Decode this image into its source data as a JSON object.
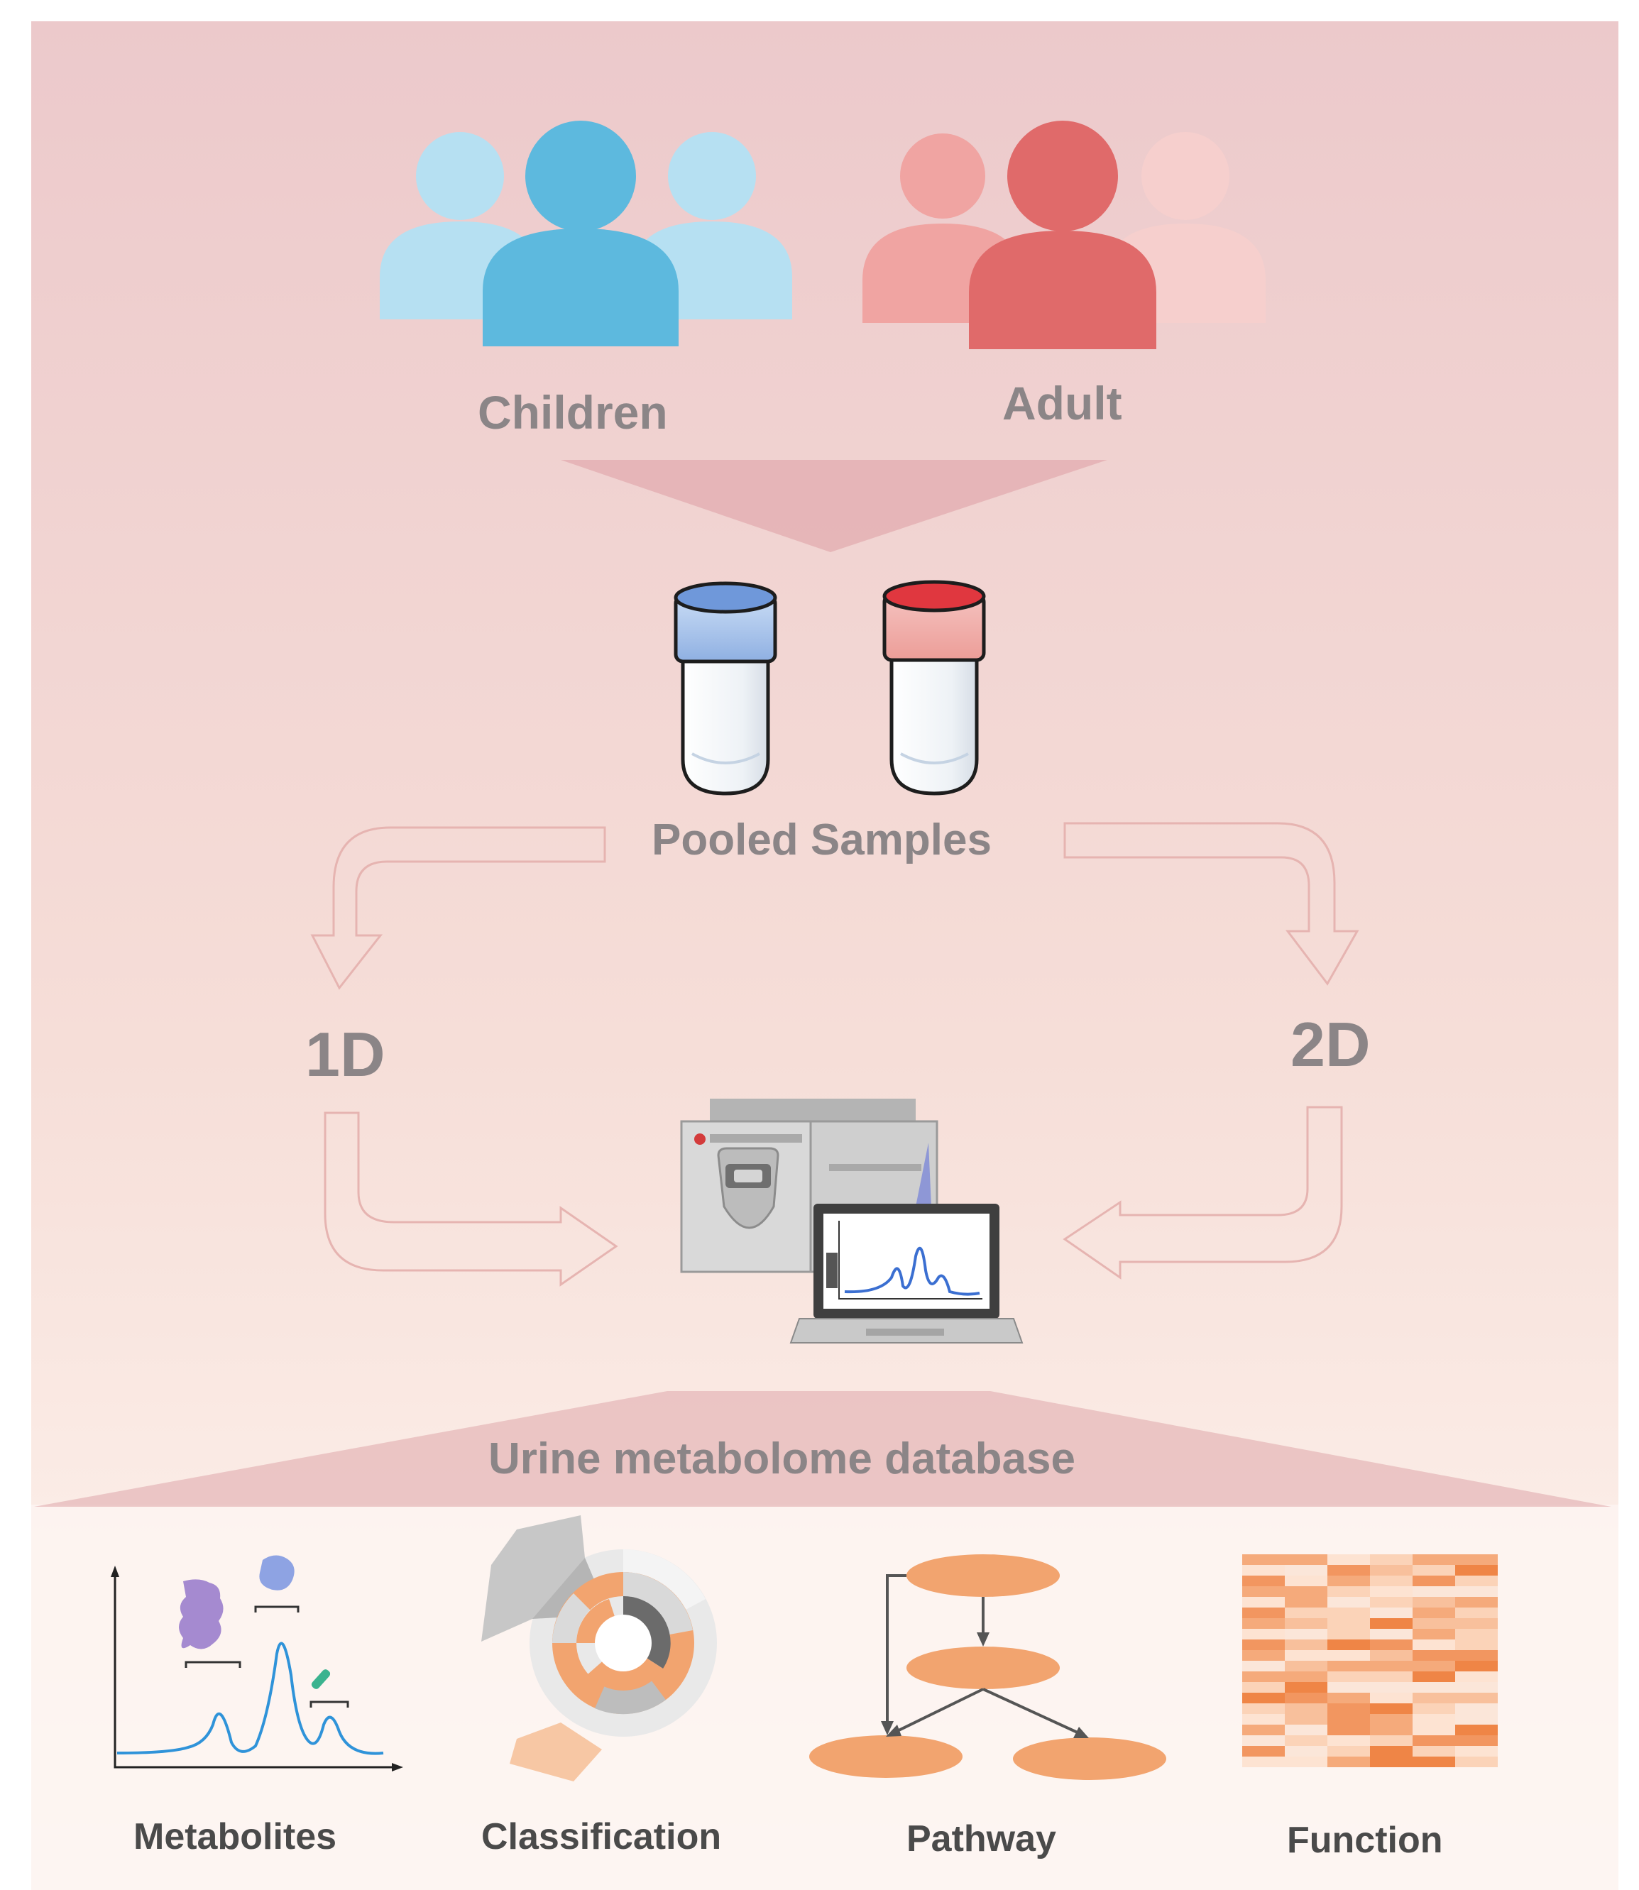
{
  "groups": {
    "children_label": "Children",
    "adult_label": "Adult"
  },
  "samples": {
    "label": "Pooled Samples"
  },
  "methods": {
    "left_label": "1D",
    "right_label": "2D"
  },
  "database": {
    "label": "Urine metabolome database"
  },
  "outputs": [
    {
      "label": "Metabolites",
      "icon": "chromatogram-peaks-icon"
    },
    {
      "label": "Classification",
      "icon": "sunburst-icon"
    },
    {
      "label": "Pathway",
      "icon": "pathway-graph-icon"
    },
    {
      "label": "Function",
      "icon": "heatmap-icon"
    }
  ],
  "colors": {
    "children": "#6cc3e3",
    "adult": "#e06a6a",
    "accent_orange": "#f2a46f",
    "text_grey": "#8b8587",
    "text_dark": "#4a4a4a",
    "background_top": "#ecc9cb",
    "background_bottom": "#fdf5f2"
  }
}
